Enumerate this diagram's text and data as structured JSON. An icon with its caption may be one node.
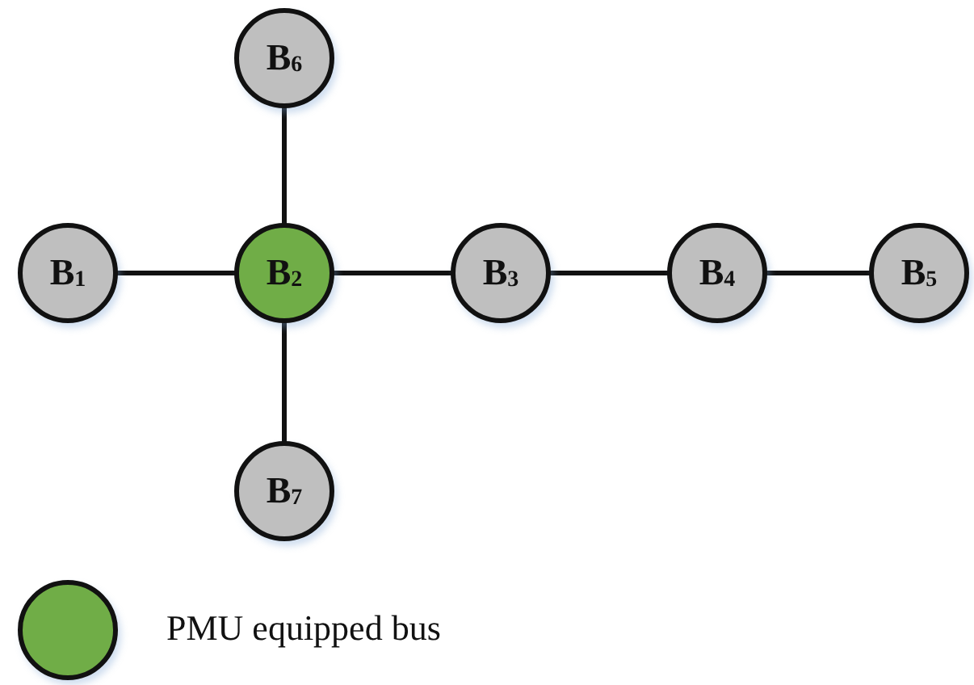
{
  "diagram": {
    "nodes": [
      {
        "text": [
          "B$_{6}$"
        ]
      },
      {
        "text": [
          "B$_{1}$"
        ]
      },
      {
        "text": [
          "B$_{2}$"
        ]
      },
      {
        "text": [
          "B$_{3}$"
        ]
      },
      {
        "text": [
          "B$_{4}$"
        ]
      },
      {
        "text": [
          "B$_{5}$"
        ]
      },
      {
        "text": [
          "B$_{7}$"
        ]
      }
    ],
    "edges": [
      {
        "from": 0,
        "to": 2,
        "arrow": "none"
      },
      {
        "from": 1,
        "to": 2,
        "arrow": "none"
      },
      {
        "from": 2,
        "to": 3,
        "arrow": "none"
      },
      {
        "from": 3,
        "to": 4,
        "arrow": "none"
      },
      {
        "from": 4,
        "to": 5,
        "arrow": "none"
      },
      {
        "from": 2,
        "to": 6,
        "arrow": "none"
      }
    ],
    "legend": [
      {
        "text": "PMU equipped bus",
        "color": "#70ad47"
      }
    ]
  }
}
